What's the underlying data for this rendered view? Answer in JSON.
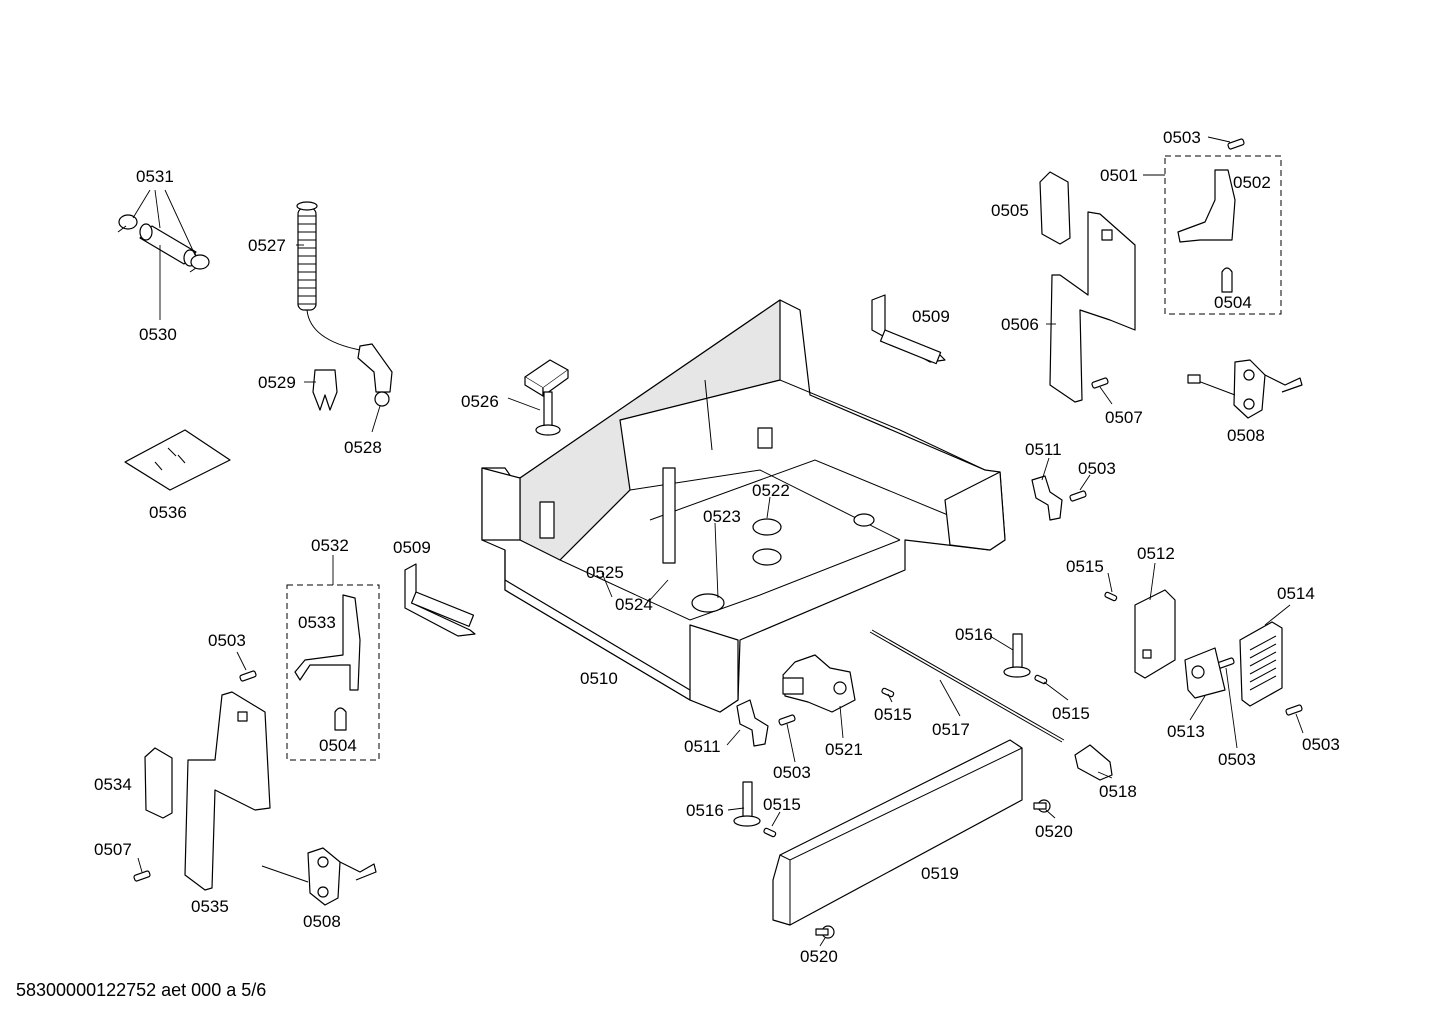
{
  "labels": {
    "l0531": "0531",
    "l0530": "0530",
    "l0527": "0527",
    "l0529": "0529",
    "l0528": "0528",
    "l0536": "0536",
    "l0526": "0526",
    "l0509a": "0509",
    "l0509b": "0509",
    "l0505": "0505",
    "l0506": "0506",
    "l0507a": "0507",
    "l0507b": "0507",
    "l0501": "0501",
    "l0502": "0502",
    "l0503a": "0503",
    "l0504a": "0504",
    "l0504b": "0504",
    "l0508a": "0508",
    "l0508b": "0508",
    "l0511a": "0511",
    "l0511b": "0511",
    "l0503b": "0503",
    "l0503c": "0503",
    "l0503d": "0503",
    "l0503e": "0503",
    "l0503f": "0503",
    "l0522": "0522",
    "l0523": "0523",
    "l0525": "0525",
    "l0524": "0524",
    "l0532": "0532",
    "l0533": "0533",
    "l0534": "0534",
    "l0535": "0535",
    "l0510": "0510",
    "l0512": "0512",
    "l0513": "0513",
    "l0514": "0514",
    "l0515a": "0515",
    "l0515b": "0515",
    "l0515c": "0515",
    "l0515d": "0515",
    "l0516a": "0516",
    "l0516b": "0516",
    "l0517": "0517",
    "l0518": "0518",
    "l0519": "0519",
    "l0520a": "0520",
    "l0520b": "0520",
    "l0521": "0521"
  },
  "document_reference": "58300000122752 aet 000 a 5/6"
}
